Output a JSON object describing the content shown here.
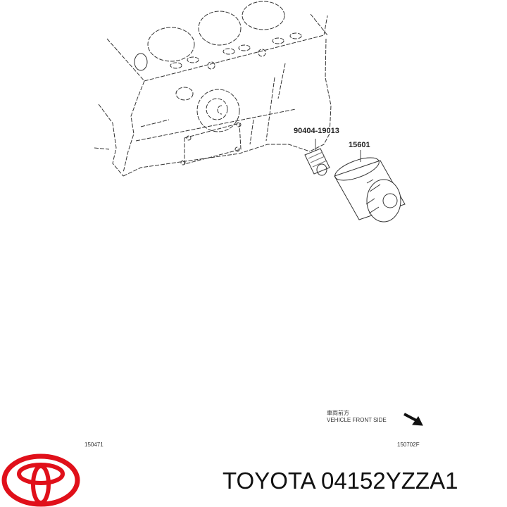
{
  "diagram": {
    "part_labels": {
      "bolt": "90404-19013",
      "filter": "15601"
    },
    "direction_note": {
      "japanese": "車両前方",
      "english": "VEHICLE FRONT SIDE"
    },
    "left_code": "150471",
    "right_code": "150702F"
  },
  "footer": {
    "brand_logo": "toyota-logo",
    "caption": "TOYOTA 04152YZZA1",
    "logo_color": "#e0101a"
  }
}
